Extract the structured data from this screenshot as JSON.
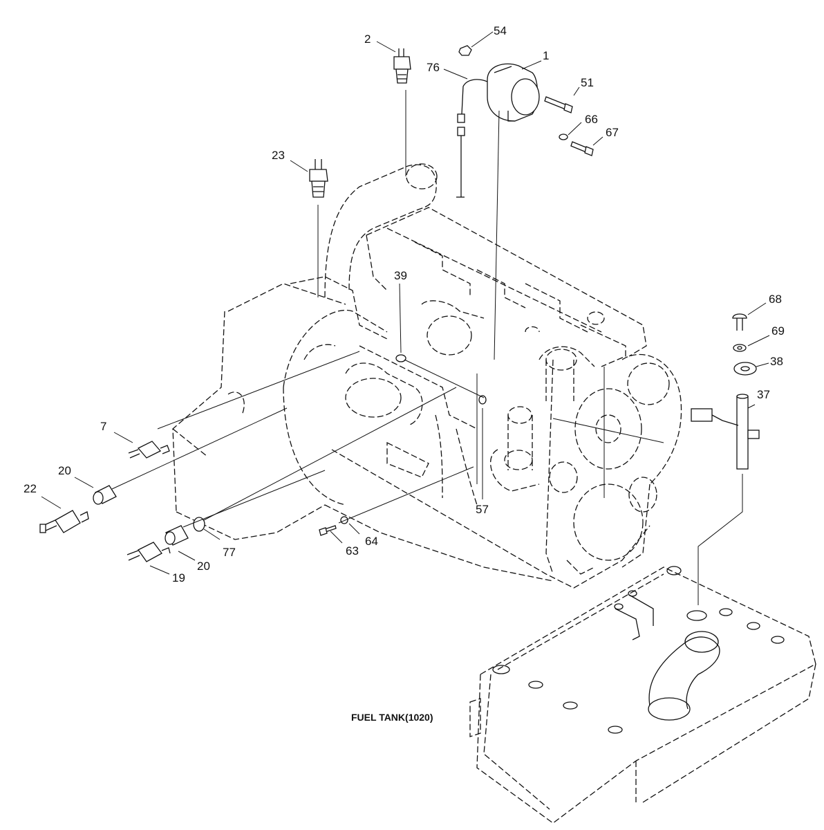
{
  "callouts": [
    {
      "id": "c1",
      "text": "1"
    },
    {
      "id": "c2",
      "text": "2"
    },
    {
      "id": "c7",
      "text": "7"
    },
    {
      "id": "c19",
      "text": "19"
    },
    {
      "id": "c20a",
      "text": "20"
    },
    {
      "id": "c20b",
      "text": "20"
    },
    {
      "id": "c22",
      "text": "22"
    },
    {
      "id": "c23",
      "text": "23"
    },
    {
      "id": "c37",
      "text": "37"
    },
    {
      "id": "c38",
      "text": "38"
    },
    {
      "id": "c39",
      "text": "39"
    },
    {
      "id": "c51",
      "text": "51"
    },
    {
      "id": "c54",
      "text": "54"
    },
    {
      "id": "c57",
      "text": "57"
    },
    {
      "id": "c63",
      "text": "63"
    },
    {
      "id": "c64",
      "text": "64"
    },
    {
      "id": "c66",
      "text": "66"
    },
    {
      "id": "c67",
      "text": "67"
    },
    {
      "id": "c68",
      "text": "68"
    },
    {
      "id": "c69",
      "text": "69"
    },
    {
      "id": "c76",
      "text": "76"
    },
    {
      "id": "c77",
      "text": "77"
    }
  ],
  "fuel_tank_label": "FUEL TANK(1020)"
}
